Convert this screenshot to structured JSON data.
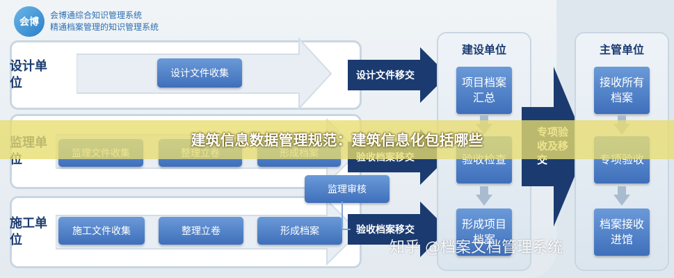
{
  "brand": {
    "logo_text": "会博",
    "line1": "会博通综合知识管理系统",
    "line2": "精通档案管理的知识管理系统"
  },
  "lanes": [
    {
      "label": "设计单位",
      "boxes": [
        "设计文件收集"
      ]
    },
    {
      "label": "监理单位",
      "boxes": [
        "监理文件收集",
        "整理立卷",
        "形成档案"
      ]
    },
    {
      "label": "施工单位",
      "boxes": [
        "施工文件收集",
        "整理立卷",
        "形成档案"
      ]
    }
  ],
  "review_box": "监理审核",
  "transfer_arrows": [
    "设计文件移交",
    "验收档案移交",
    "验收档案移交"
  ],
  "construction": {
    "title": "建设单位",
    "items": [
      "项目档案汇总",
      "验收检查",
      "形成项目档案"
    ]
  },
  "middle_arrow": "专项验收及移交",
  "authority": {
    "title": "主管单位",
    "items": [
      "接收所有档案",
      "专项验收",
      "档案接收进馆"
    ]
  },
  "banner_title": "建筑信息数据管理规范：建筑信息化包括哪些",
  "watermark": "知乎 @档案文档管理系统",
  "colors": {
    "navy": "#1b3b70",
    "box_blue": "#4f80c6",
    "banner": "#e8dc6e"
  }
}
